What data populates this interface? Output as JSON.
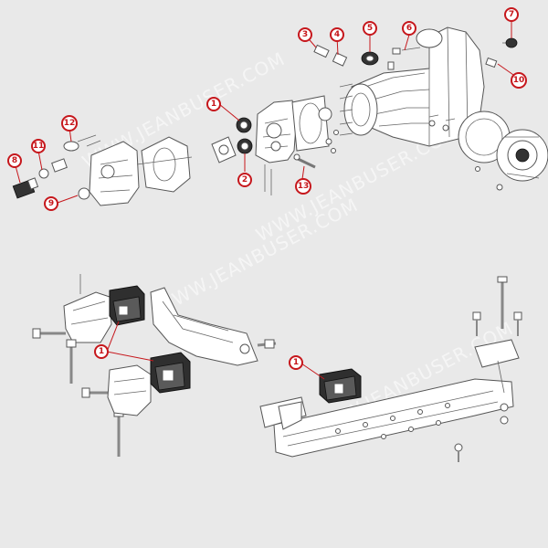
{
  "watermark": {
    "text": "WWW.JEANBUSER.COM"
  },
  "colors": {
    "background": "#e9e9e9",
    "callout": "#c6171c",
    "part_fill": "#ffffff",
    "part_stroke": "#555555",
    "mount_fill": "#2f2f2f"
  },
  "callouts": [
    {
      "id": "callout-1-upper",
      "label": "1"
    },
    {
      "id": "callout-2",
      "label": "2"
    },
    {
      "id": "callout-3",
      "label": "3"
    },
    {
      "id": "callout-4",
      "label": "4"
    },
    {
      "id": "callout-5",
      "label": "5"
    },
    {
      "id": "callout-6",
      "label": "6"
    },
    {
      "id": "callout-7",
      "label": "7"
    },
    {
      "id": "callout-8",
      "label": "8"
    },
    {
      "id": "callout-9",
      "label": "9"
    },
    {
      "id": "callout-10",
      "label": "10"
    },
    {
      "id": "callout-11",
      "label": "11"
    },
    {
      "id": "callout-12",
      "label": "12"
    },
    {
      "id": "callout-13",
      "label": "13"
    },
    {
      "id": "callout-1-lower-left",
      "label": "1"
    },
    {
      "id": "callout-1-lower-right",
      "label": "1"
    }
  ]
}
